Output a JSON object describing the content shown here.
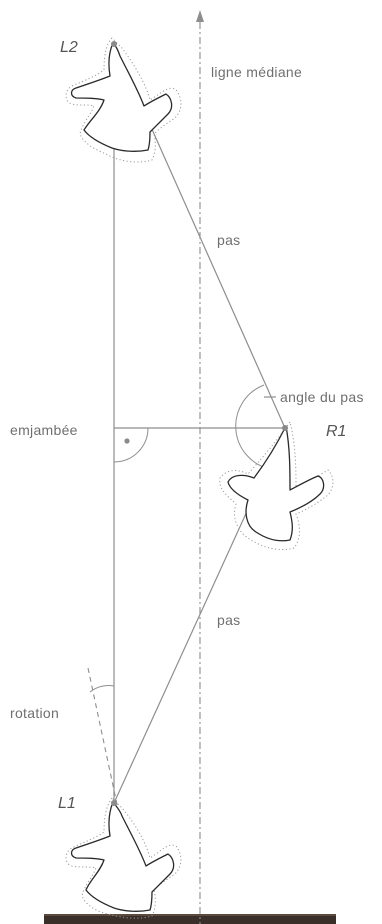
{
  "labels": {
    "midline": "ligne médiane",
    "pace_upper": "pas",
    "pace_lower": "pas",
    "pace_angle": "angle du pas",
    "stride_width": "emjambée",
    "rotation": "rotation"
  },
  "tracks": {
    "L2": "L2",
    "R1": "R1",
    "L1": "L1"
  },
  "colors": {
    "line": "#8e8e8e",
    "footprint_outline": "#2a2a2a",
    "text": "#6f6f6f",
    "photo_strip": "#3a3029"
  }
}
